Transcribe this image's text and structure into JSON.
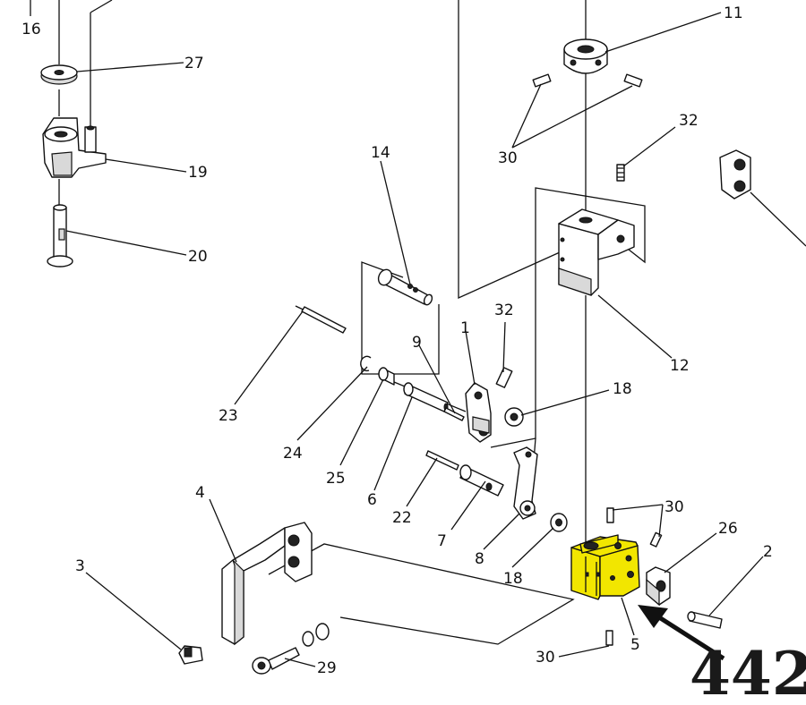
{
  "highlight_color": "#f2e600",
  "callout": {
    "text": "442"
  },
  "labels": {
    "l16": "16",
    "l27": "27",
    "l19": "19",
    "l20": "20",
    "l11": "11",
    "l30a": "30",
    "l32a": "32",
    "l14": "14",
    "l32b": "32",
    "l1": "1",
    "l9": "9",
    "l18a": "18",
    "l12": "12",
    "l23": "23",
    "l24": "24",
    "l25": "25",
    "l6": "6",
    "l22": "22",
    "l7": "7",
    "l8": "8",
    "l18b": "18",
    "l30b": "30",
    "l26": "26",
    "l2": "2",
    "l4": "4",
    "l3": "3",
    "l29": "29",
    "l30c": "30",
    "l5": "5"
  }
}
